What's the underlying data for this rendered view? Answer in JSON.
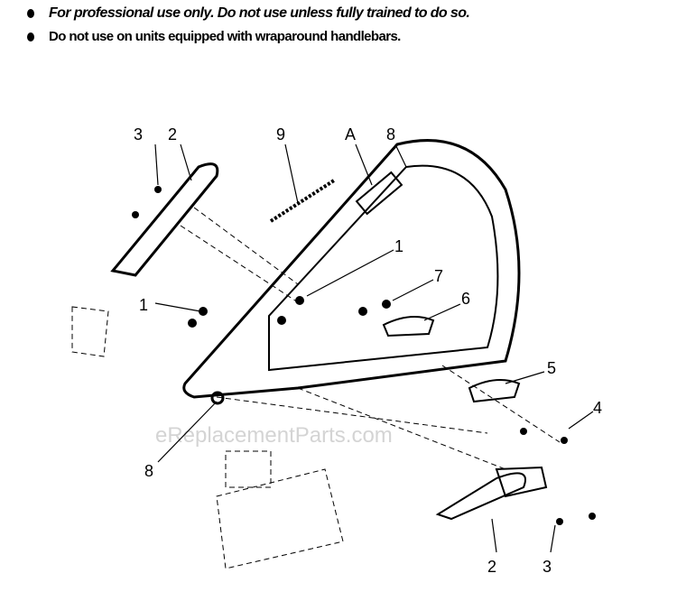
{
  "notes": [
    "For professional use only. Do not use unless fully trained to do so.",
    "Do not use on units equipped with wraparound handlebars."
  ],
  "callouts": {
    "c3_top": "3",
    "c2_top": "2",
    "c9": "9",
    "cA": "A",
    "c8_top": "8",
    "c1_right": "1",
    "c7": "7",
    "c6": "6",
    "c1_left": "1",
    "c5": "5",
    "c4": "4",
    "c8_bottom": "8",
    "c2_bottom": "2",
    "c3_bottom": "3"
  },
  "watermark": "eReplacementParts.com"
}
